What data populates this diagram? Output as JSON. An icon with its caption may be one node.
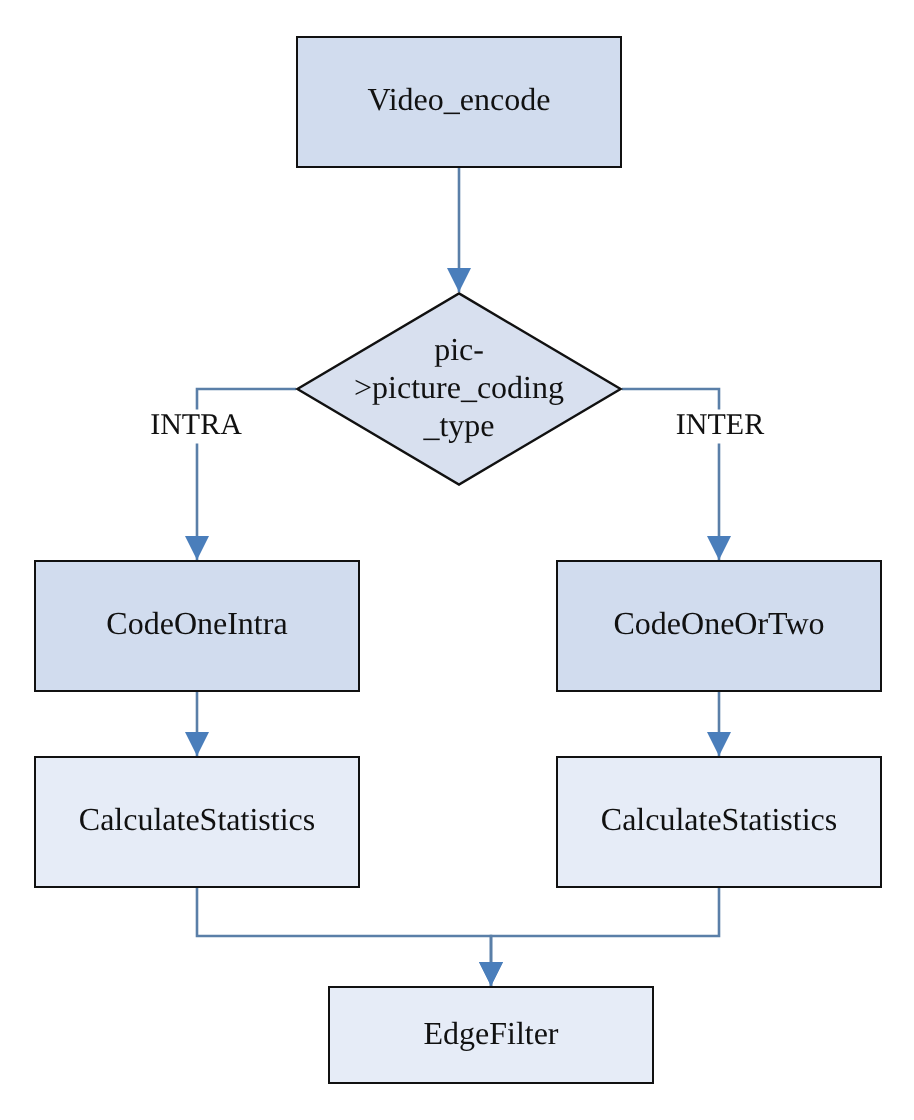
{
  "diagram": {
    "nodes": [
      {
        "text": [
          "Video_encode"
        ]
      },
      {
        "text": [
          "pic->picture_coding_type"
        ]
      },
      {
        "text": [
          "CodeOneIntra"
        ]
      },
      {
        "text": [
          "CodeOneOrTwo"
        ]
      },
      {
        "text": [
          "CalculateStatistics"
        ]
      },
      {
        "text": [
          "CalculateStatistics"
        ]
      },
      {
        "text": [
          "EdgeFilter"
        ]
      }
    ],
    "edges": [
      {
        "from": 0,
        "to": 1,
        "arrow": "to"
      },
      {
        "from": 1,
        "to": 2,
        "arrow": "to",
        "label": "INTRA"
      },
      {
        "from": 1,
        "to": 3,
        "arrow": "to",
        "label": "INTER"
      },
      {
        "from": 2,
        "to": 4,
        "arrow": "to"
      },
      {
        "from": 3,
        "to": 5,
        "arrow": "to"
      },
      {
        "from": 4,
        "to": 6,
        "arrow": "to"
      },
      {
        "from": 5,
        "to": 6,
        "arrow": "to"
      }
    ]
  }
}
